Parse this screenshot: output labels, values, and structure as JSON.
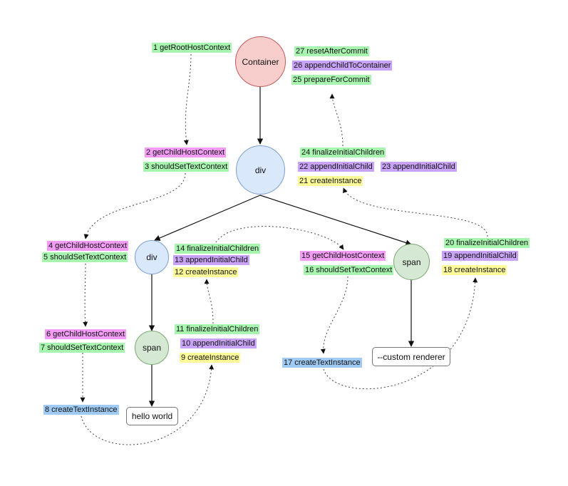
{
  "nodes": {
    "container": "Container",
    "div_root": "div",
    "div_child": "div",
    "span_left": "span",
    "span_right": "span"
  },
  "leaves": {
    "hello": "hello world",
    "custom": "--custom renderer"
  },
  "steps": [
    {
      "n": 1,
      "text": "1 getRootHostContext",
      "color": "green"
    },
    {
      "n": 2,
      "text": "2 getChildHostContext",
      "color": "pink"
    },
    {
      "n": 3,
      "text": "3 shouldSetTextContext",
      "color": "green"
    },
    {
      "n": 4,
      "text": "4 getChildHostContext",
      "color": "pink"
    },
    {
      "n": 5,
      "text": "5 shouldSetTextContext",
      "color": "green"
    },
    {
      "n": 6,
      "text": "6 getChildHostContext",
      "color": "pink"
    },
    {
      "n": 7,
      "text": "7 shouldSetTextContext",
      "color": "green"
    },
    {
      "n": 8,
      "text": "8 createTextInstance",
      "color": "blue"
    },
    {
      "n": 9,
      "text": "9 createInstance",
      "color": "yellow"
    },
    {
      "n": 10,
      "text": "10 appendInitialChild",
      "color": "purple"
    },
    {
      "n": 11,
      "text": "11 finalizeInitialChildren",
      "color": "green"
    },
    {
      "n": 12,
      "text": "12 createInstance",
      "color": "yellow"
    },
    {
      "n": 13,
      "text": "13 appendInitialChild",
      "color": "purple"
    },
    {
      "n": 14,
      "text": "14 finalizeInitialChildren",
      "color": "green"
    },
    {
      "n": 15,
      "text": "15 getChildHostContext",
      "color": "pink"
    },
    {
      "n": 16,
      "text": "16 shouldSetTextContext",
      "color": "green"
    },
    {
      "n": 17,
      "text": "17 createTextInstance",
      "color": "blue"
    },
    {
      "n": 18,
      "text": "18 createInstance",
      "color": "yellow"
    },
    {
      "n": 19,
      "text": "19 appendInitialChild",
      "color": "purple"
    },
    {
      "n": 20,
      "text": "20 finalizeInitialChildren",
      "color": "green"
    },
    {
      "n": 21,
      "text": "21 createInstance",
      "color": "yellow"
    },
    {
      "n": 22,
      "text": "22 appendInitialChild",
      "color": "purple"
    },
    {
      "n": 23,
      "text": "23 appendInitialChild",
      "color": "purple"
    },
    {
      "n": 24,
      "text": "24 finalizeInitialChildren",
      "color": "green"
    },
    {
      "n": 25,
      "text": "25 prepareForCommit",
      "color": "green"
    },
    {
      "n": 26,
      "text": "26 appendChildToContainer",
      "color": "purple"
    },
    {
      "n": 27,
      "text": "27 resetAfterCommit",
      "color": "green"
    }
  ],
  "colors": {
    "green": "#a8f5b0",
    "pink": "#f39cf5",
    "purple": "#c9a3f7",
    "yellow": "#fdfa9a",
    "blue": "#9fcaf3"
  }
}
